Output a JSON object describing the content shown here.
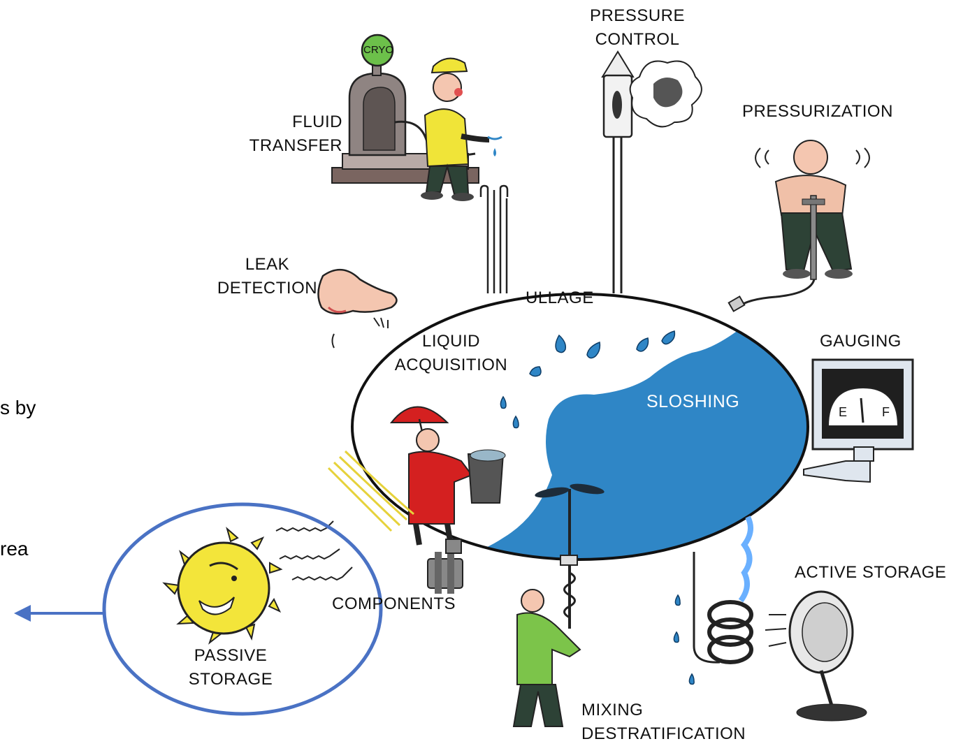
{
  "slide": {
    "fragment_1": "s by",
    "fragment_2": "rea"
  },
  "labels": {
    "pressure_control_1": "PRESSURE",
    "pressure_control_2": "CONTROL",
    "pressurization": "PRESSURIZATION",
    "fluid_transfer_1": "FLUID",
    "fluid_transfer_2": "TRANSFER",
    "leak_detection_1": "LEAK",
    "leak_detection_2": "DETECTION",
    "ullage": "ULLAGE",
    "liquid_acquisition_1": "LIQUID",
    "liquid_acquisition_2": "ACQUISITION",
    "sloshing": "SLOSHING",
    "gauging": "GAUGING",
    "active_storage": "ACTIVE STORAGE",
    "components": "COMPONENTS",
    "passive_storage_1": "PASSIVE",
    "passive_storage_2": "STORAGE",
    "mixing_1": "MIXING",
    "mixing_2": "DESTRATIFICATION",
    "cryo_sign": "CRYO",
    "gauge_e": "E",
    "gauge_f": "F"
  },
  "colors": {
    "liquid": "#2f86c6",
    "callout": "#4a72c4",
    "sun": "#f3e53a",
    "raincoat": "#d42020",
    "shirt_yellow": "#f0e438",
    "shirt_green": "#7cc44a",
    "cryo_sign": "#6cc04a"
  },
  "icons": [
    "cryo-pump-icon",
    "worker-icon",
    "rocket-valve-icon",
    "steam-puff-icon",
    "pump-man-icon",
    "nose-icon",
    "gauge-icon",
    "fan-icon",
    "coil-icon",
    "sun-icon",
    "mixer-man-icon",
    "raincoat-man-icon",
    "heat-shield-icon",
    "pipe-fitting-icon"
  ]
}
